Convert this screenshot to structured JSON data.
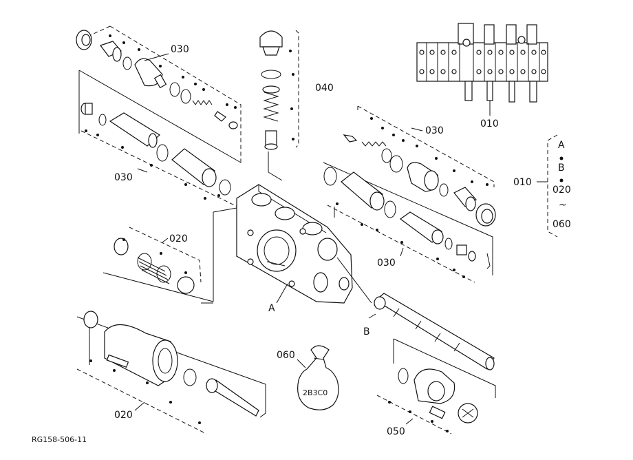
{
  "labels": {
    "l030_top_left": "030",
    "l030_mid_left": "030",
    "l040": "040",
    "l030_top_right": "030",
    "l030_mid_right": "030",
    "l020_spring": "020",
    "l020_bottom": "020",
    "lA_body": "A",
    "lB_spool": "B",
    "l060": "060",
    "l050": "050",
    "l010": "010",
    "legend_010": "010",
    "legend_A": "A",
    "legend_B": "B",
    "legend_020": "020",
    "legend_tilde": "~",
    "legend_060": "060",
    "ref_code": "RG158-506-11",
    "bag_text": "2B3C0"
  }
}
